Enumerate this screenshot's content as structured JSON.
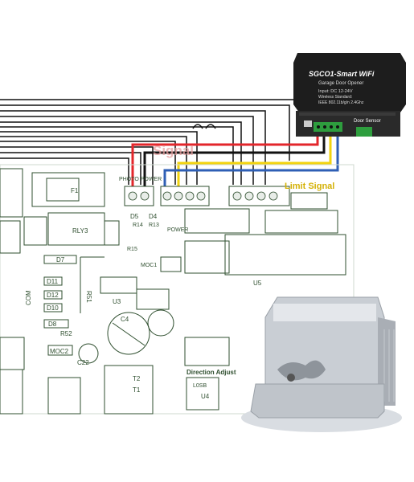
{
  "module": {
    "title": "SGCO1-Smart WiFi",
    "subtitle": "Garage Door Opener",
    "input": "Input: DC 12-24V",
    "wireless": "Wireless Standard:",
    "ieee": "IEEE 802.11b/g/n 2.4Ghz",
    "door_sensor": "Door Sensor"
  },
  "board": {
    "signal_overlay": "Signal",
    "limit_signal": "Limit  Signal",
    "photo_power": "PHOTO POWER",
    "power": "POWER",
    "direction_adjust": "Direction Adjust",
    "pcb_labels": {
      "f1": "F1",
      "rly3": "RLY3",
      "d5": "D5",
      "d4": "D4",
      "r13": "R13",
      "r14": "R14",
      "r15": "R15",
      "d7": "D7",
      "d11": "D11",
      "d12": "D12",
      "d10": "D10",
      "d8": "D8",
      "r52": "R52",
      "moc1": "MOC1",
      "moc2": "MOC2",
      "c22": "C22",
      "c4": "C4",
      "u3": "U3",
      "u5": "U5",
      "t1": "T1",
      "t2": "T2",
      "u4": "U4",
      "l0sb": "L0SB",
      "com": "COM",
      "r51": "R51"
    }
  },
  "colors": {
    "wire_red": "#e3262b",
    "wire_yellow": "#f2d30f",
    "wire_blue": "#2f5fb5",
    "wire_black": "#111111",
    "module_body": "#1d1d1d",
    "terminal_green": "#2e9e3e",
    "pcb_text": "#2f4f2f",
    "signal_text": "#d4b106"
  },
  "product_photo": {
    "icon": "sliding-gate-motor-icon"
  }
}
